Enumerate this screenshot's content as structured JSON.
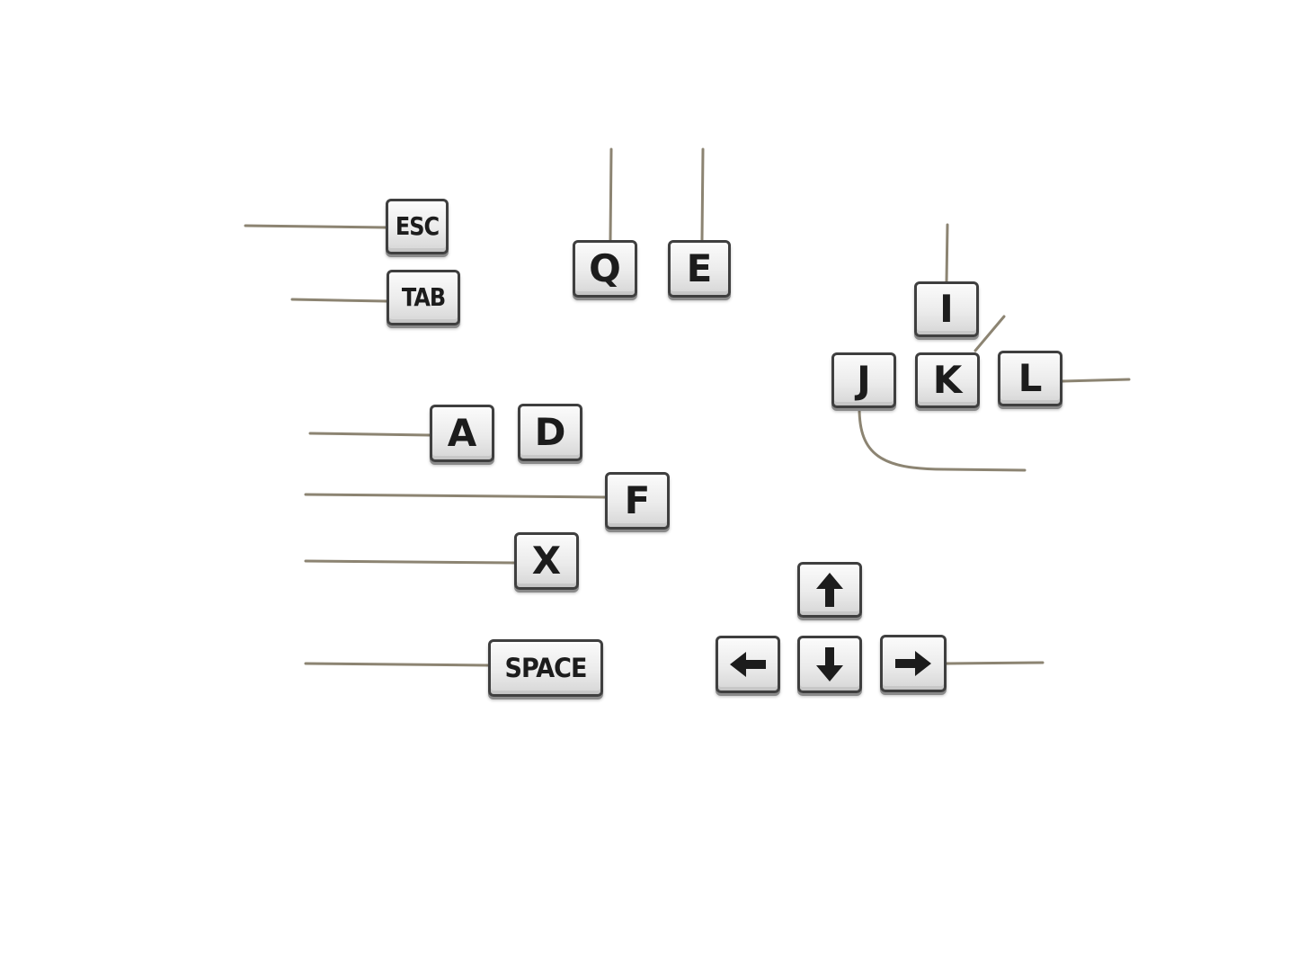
{
  "keys": {
    "esc": "ESC",
    "tab": "TAB",
    "q": "Q",
    "e": "E",
    "i": "I",
    "j": "J",
    "k": "K",
    "l": "L",
    "a": "A",
    "d": "D",
    "f": "F",
    "x": "X",
    "space": "SPACE",
    "up": "arrow-up-icon",
    "down": "arrow-down-icon",
    "left": "arrow-left-icon",
    "right": "arrow-right-icon"
  },
  "colors": {
    "leader_line": "#8c8472",
    "key_border": "#3f3f3f",
    "key_text": "#1c1c1c"
  }
}
